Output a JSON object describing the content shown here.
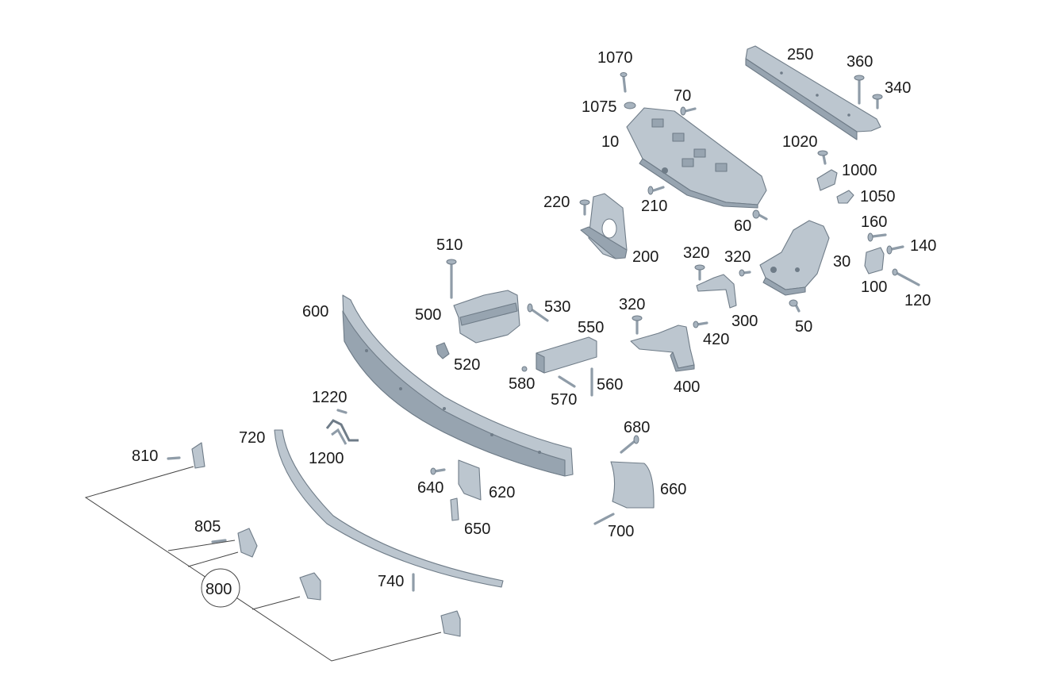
{
  "callouts": {
    "p10": "10",
    "p30": "30",
    "p50": "50",
    "p60": "60",
    "p70": "70",
    "p100": "100",
    "p120": "120",
    "p140": "140",
    "p160": "160",
    "p200": "200",
    "p210": "210",
    "p220": "220",
    "p250": "250",
    "p300": "300",
    "p320a": "320",
    "p320b": "320",
    "p320c": "320",
    "p340": "340",
    "p360": "360",
    "p400": "400",
    "p420": "420",
    "p500": "500",
    "p510": "510",
    "p520": "520",
    "p530": "530",
    "p550": "550",
    "p560": "560",
    "p570": "570",
    "p580": "580",
    "p600": "600",
    "p620": "620",
    "p640": "640",
    "p650": "650",
    "p660": "660",
    "p680": "680",
    "p700": "700",
    "p720": "720",
    "p740": "740",
    "p800": "800",
    "p805": "805",
    "p810": "810",
    "p1000": "1000",
    "p1020": "1020",
    "p1050": "1050",
    "p1070": "1070",
    "p1075": "1075",
    "p1200": "1200",
    "p1220": "1220"
  },
  "colors": {
    "part_fill": "#bcc6cf",
    "part_shade": "#97a4b0",
    "outline": "#6f7c88",
    "label": "#1a1a1a",
    "leader": "#444444"
  }
}
